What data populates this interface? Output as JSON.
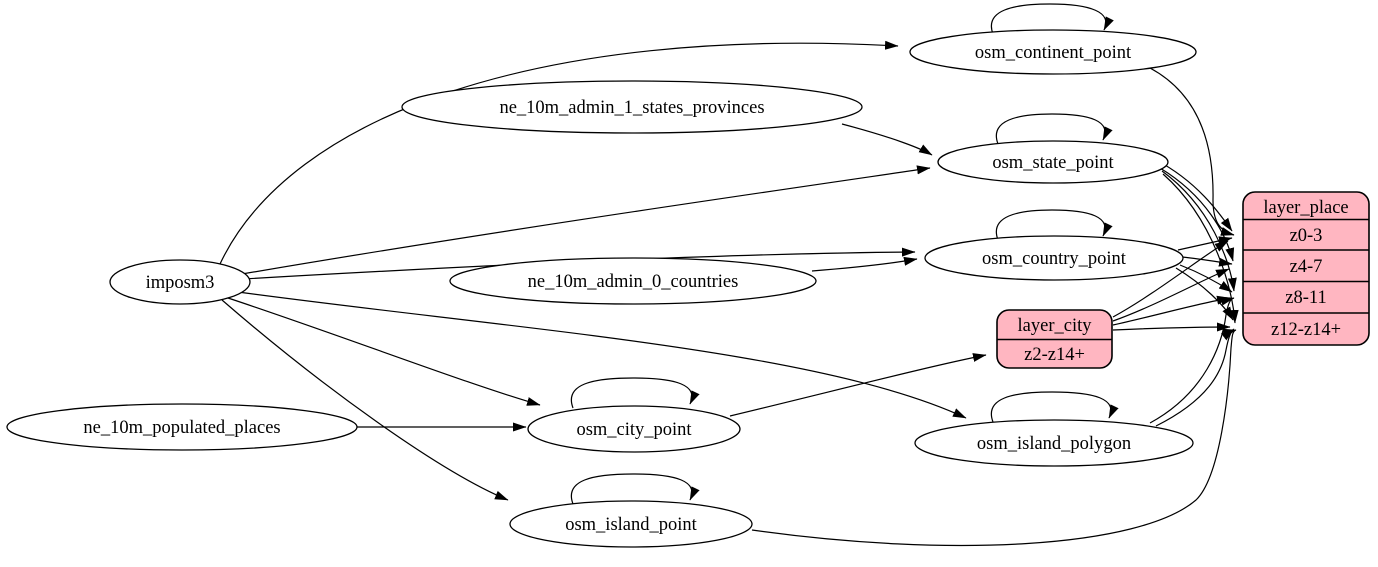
{
  "diagram": {
    "type": "etl-graph",
    "nodes": {
      "imposm3": {
        "label": "imposm3"
      },
      "ne_10m_admin_1_states_provinces": {
        "label": "ne_10m_admin_1_states_provinces"
      },
      "ne_10m_admin_0_countries": {
        "label": "ne_10m_admin_0_countries"
      },
      "ne_10m_populated_places": {
        "label": "ne_10m_populated_places"
      },
      "osm_continent_point": {
        "label": "osm_continent_point"
      },
      "osm_state_point": {
        "label": "osm_state_point"
      },
      "osm_country_point": {
        "label": "osm_country_point"
      },
      "osm_city_point": {
        "label": "osm_city_point"
      },
      "osm_island_polygon": {
        "label": "osm_island_polygon"
      },
      "osm_island_point": {
        "label": "osm_island_point"
      }
    },
    "records": {
      "layer_place": {
        "title": "layer_place",
        "rows": [
          "z0-3",
          "z4-7",
          "z8-11",
          "z12-z14+"
        ]
      },
      "layer_city": {
        "title": "layer_city",
        "rows": [
          "z2-z14+"
        ]
      }
    },
    "edges": [
      {
        "from": "imposm3",
        "to": "osm_continent_point"
      },
      {
        "from": "imposm3",
        "to": "osm_state_point"
      },
      {
        "from": "imposm3",
        "to": "osm_country_point"
      },
      {
        "from": "imposm3",
        "to": "osm_city_point"
      },
      {
        "from": "imposm3",
        "to": "osm_island_polygon"
      },
      {
        "from": "imposm3",
        "to": "osm_island_point"
      },
      {
        "from": "ne_10m_admin_1_states_provinces",
        "to": "osm_state_point"
      },
      {
        "from": "ne_10m_admin_0_countries",
        "to": "osm_country_point"
      },
      {
        "from": "ne_10m_populated_places",
        "to": "osm_city_point"
      },
      {
        "from": "osm_continent_point",
        "to": "osm_continent_point"
      },
      {
        "from": "osm_state_point",
        "to": "osm_state_point"
      },
      {
        "from": "osm_country_point",
        "to": "osm_country_point"
      },
      {
        "from": "osm_city_point",
        "to": "osm_city_point"
      },
      {
        "from": "osm_island_polygon",
        "to": "osm_island_polygon"
      },
      {
        "from": "osm_island_point",
        "to": "osm_island_point"
      },
      {
        "from": "osm_continent_point",
        "to": "layer_place:z0-3"
      },
      {
        "from": "osm_state_point",
        "to": "layer_place:z0-3"
      },
      {
        "from": "osm_state_point",
        "to": "layer_place:z4-7"
      },
      {
        "from": "osm_state_point",
        "to": "layer_place:z8-11"
      },
      {
        "from": "osm_state_point",
        "to": "layer_place:z12-z14+"
      },
      {
        "from": "osm_country_point",
        "to": "layer_place:z0-3"
      },
      {
        "from": "osm_country_point",
        "to": "layer_place:z4-7"
      },
      {
        "from": "osm_country_point",
        "to": "layer_place:z8-11"
      },
      {
        "from": "osm_country_point",
        "to": "layer_place:z12-z14+"
      },
      {
        "from": "osm_city_point",
        "to": "layer_city:z2-z14+"
      },
      {
        "from": "layer_city",
        "to": "layer_place:z0-3"
      },
      {
        "from": "layer_city",
        "to": "layer_place:z4-7"
      },
      {
        "from": "layer_city",
        "to": "layer_place:z8-11"
      },
      {
        "from": "layer_city",
        "to": "layer_place:z12-z14+"
      },
      {
        "from": "osm_island_polygon",
        "to": "layer_place:z8-11"
      },
      {
        "from": "osm_island_polygon",
        "to": "layer_place:z12-z14+"
      },
      {
        "from": "osm_island_point",
        "to": "layer_place:z12-z14+"
      }
    ]
  },
  "colors": {
    "background": "#ffffff",
    "node-fill": "#ffffff",
    "record-fill": "#ffb6c1",
    "stroke": "#000000"
  }
}
